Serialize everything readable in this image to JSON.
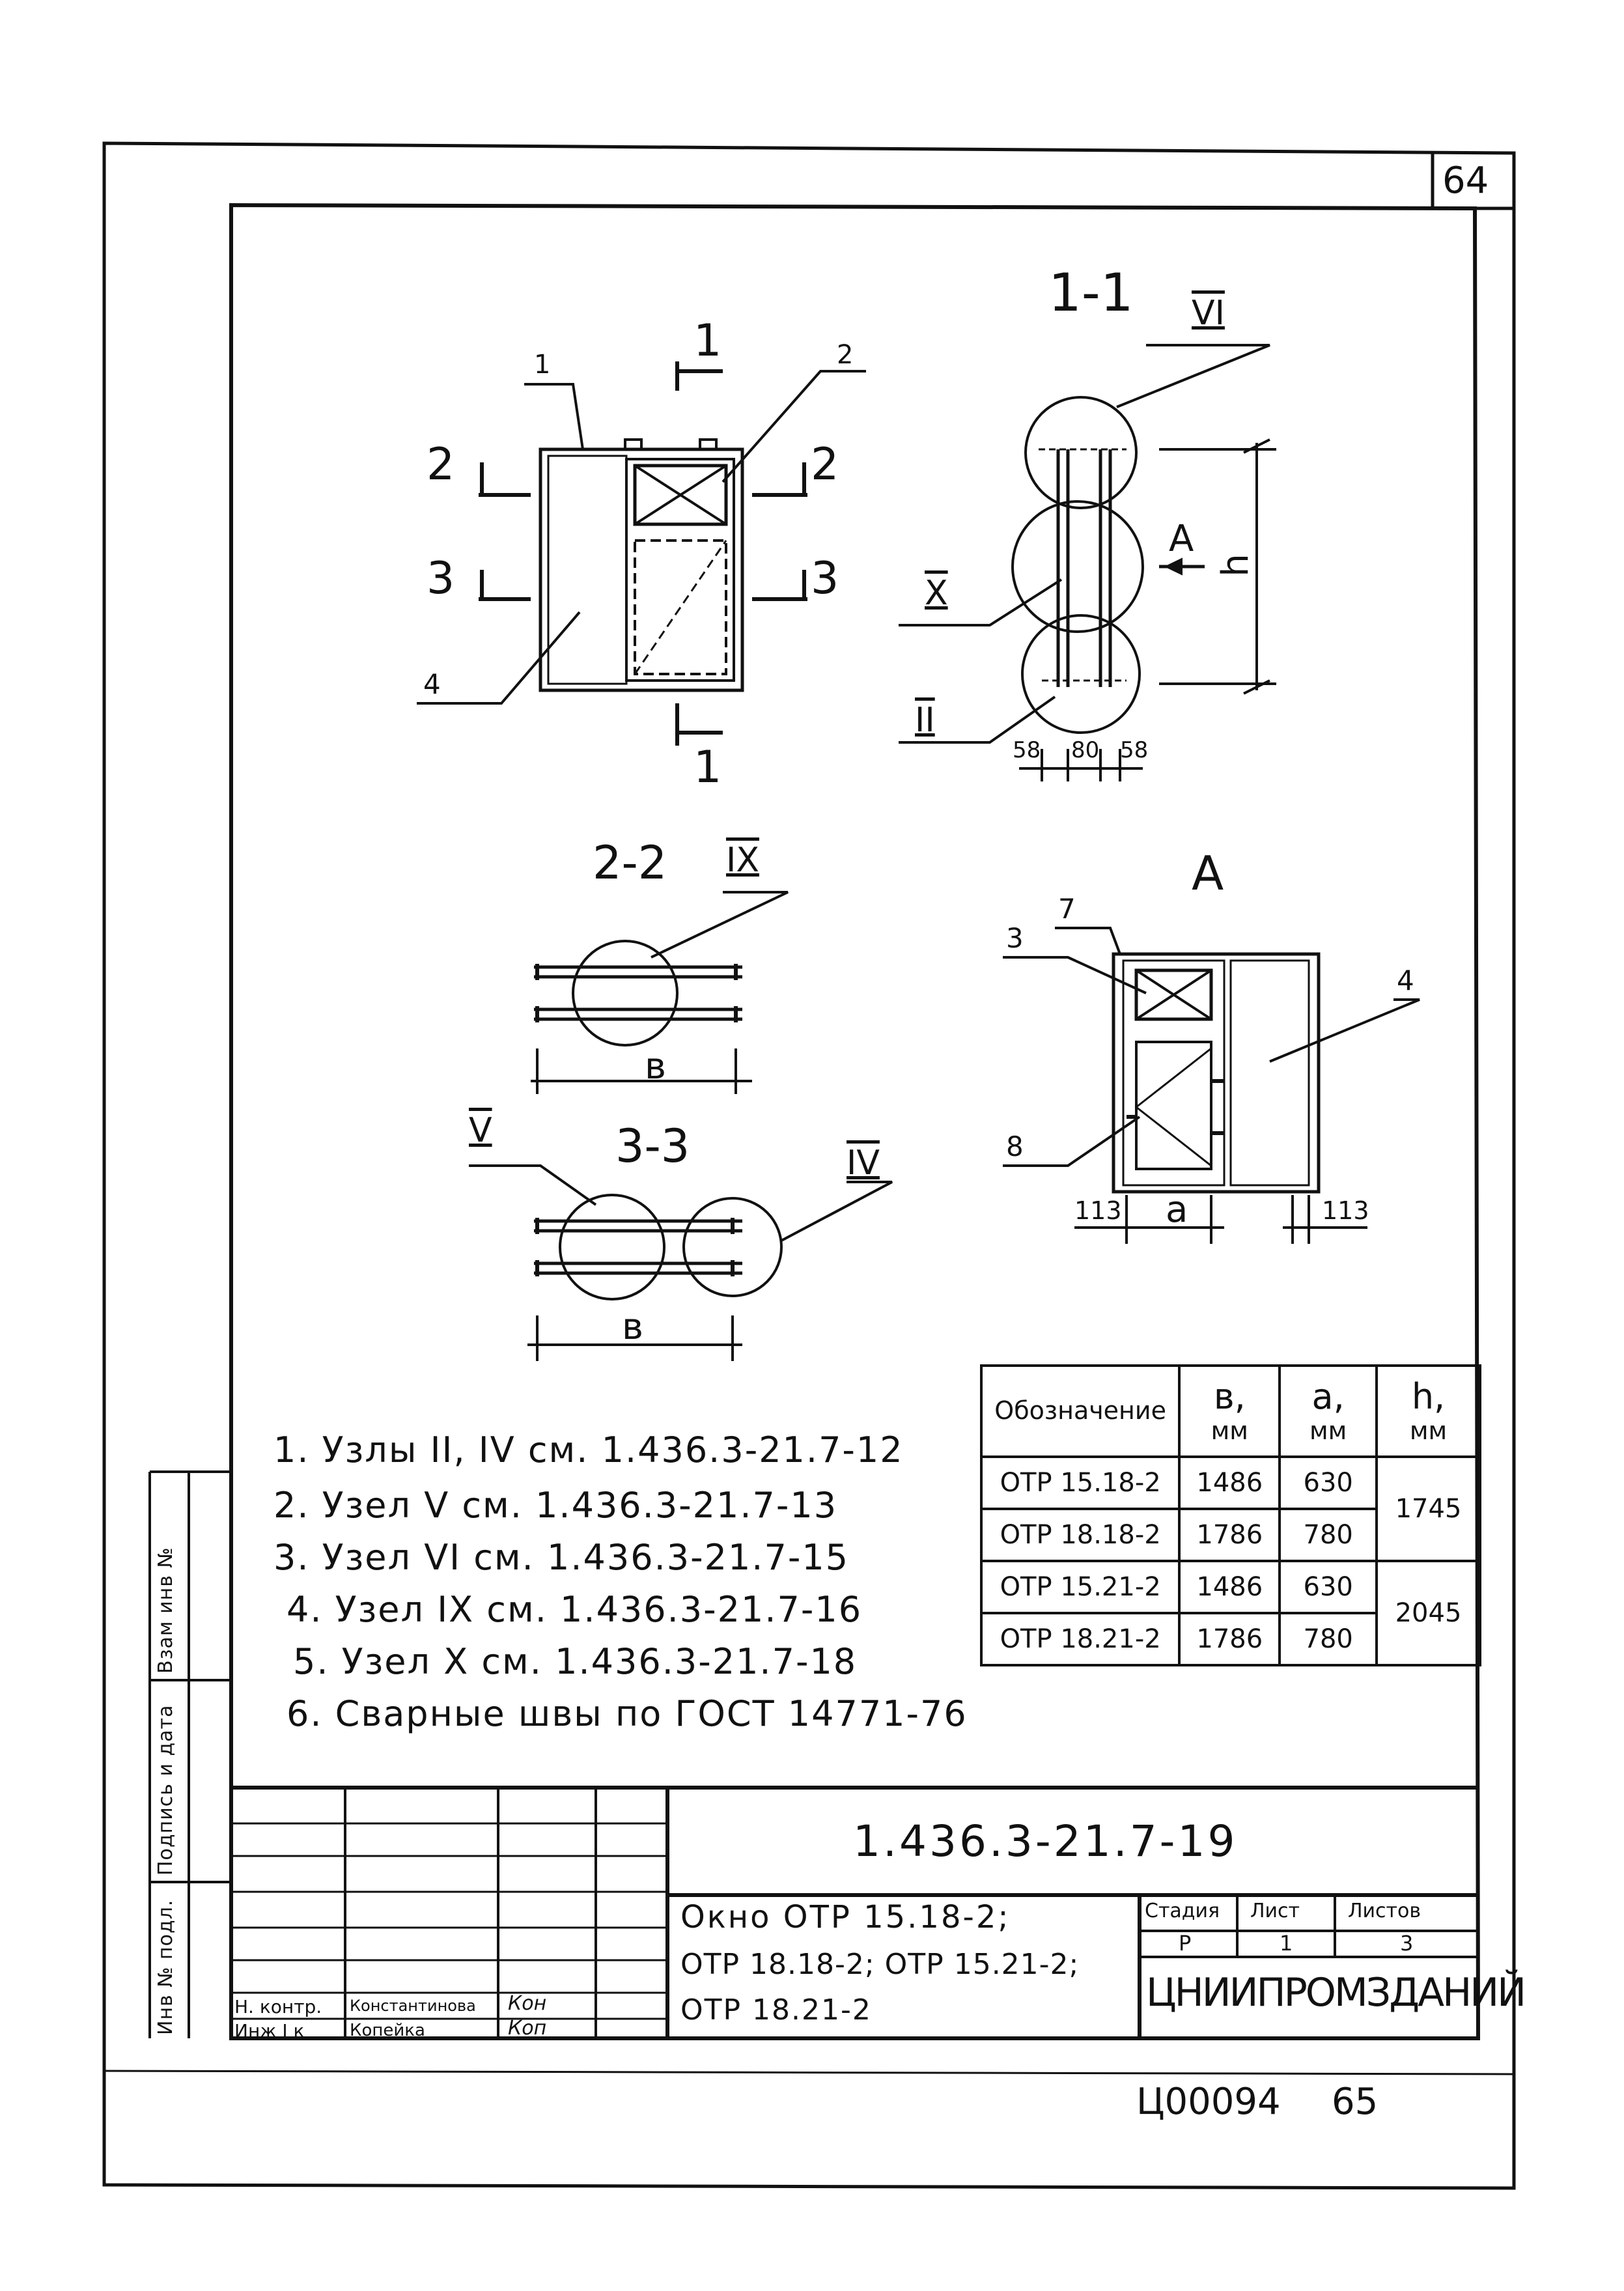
{
  "sheet": {
    "number_top": "64",
    "number_bottom": "65",
    "inventory_no": "Ц00094"
  },
  "margin_labels": [
    "Инв № подл.",
    "Подпись и дата",
    "Взам инв №"
  ],
  "views": {
    "section_1_1": "1-1",
    "section_2_2": "2-2",
    "section_3_3": "3-3",
    "view_a": "A",
    "node_ii": "II",
    "node_iv": "IV",
    "node_v": "V",
    "node_vi": "VI",
    "node_ix": "IX",
    "node_x": "X",
    "cut_1": "1",
    "cut_2": "2",
    "cut_3": "3",
    "pos_1": "1",
    "pos_2": "2",
    "pos_3": "3",
    "pos_4": "4",
    "pos_7": "7",
    "pos_8": "8",
    "dim_h": "h",
    "dim_b": "в",
    "dim_a": "a",
    "dim_58": "58",
    "dim_80": "80",
    "dim_113": "113",
    "arrow_a": "A"
  },
  "notes": [
    "1. Узлы II, IV см. 1.436.3-21.7-12",
    "2. Узел V см. 1.436.3-21.7-13",
    "3. Узел VI см. 1.436.3-21.7-15",
    "4. Узел IX см. 1.436.3-21.7-16",
    "5. Узел X см. 1.436.3-21.7-18",
    "6. Сварные швы по ГОСТ 14771-76"
  ],
  "spec_table": {
    "headers": {
      "designation": "Обозначение",
      "b": "в,",
      "b_unit": "мм",
      "a": "a,",
      "a_unit": "мм",
      "h": "h,",
      "h_unit": "мм"
    },
    "rows": [
      {
        "designation": "ОТР 15.18-2",
        "b": "1486",
        "a": "630"
      },
      {
        "designation": "ОТР 18.18-2",
        "b": "1786",
        "a": "780"
      },
      {
        "designation": "ОТР 15.21-2",
        "b": "1486",
        "a": "630"
      },
      {
        "designation": "ОТР 18.21-2",
        "b": "1786",
        "a": "780"
      }
    ],
    "h_values": [
      "1745",
      "2045"
    ]
  },
  "title_block": {
    "doc_code": "1.436.3-21.7-19",
    "title_lines": [
      "Окно ОТР 15.18-2;",
      "ОТР 18.18-2; ОТР 15.21-2;",
      "ОТР 18.21-2"
    ],
    "stage_label": "Стадия",
    "sheet_label": "Лист",
    "sheets_label": "Листов",
    "stage": "Р",
    "sheet": "1",
    "sheets": "3",
    "org": "ЦНИИПРОМЗДАНИЙ",
    "sign_rows": [
      {
        "role": "Н. контр.",
        "name": "Константинова",
        "signature": "Кон"
      },
      {
        "role": "Инж I к",
        "name": "Копейка",
        "signature": "Коп"
      }
    ]
  }
}
